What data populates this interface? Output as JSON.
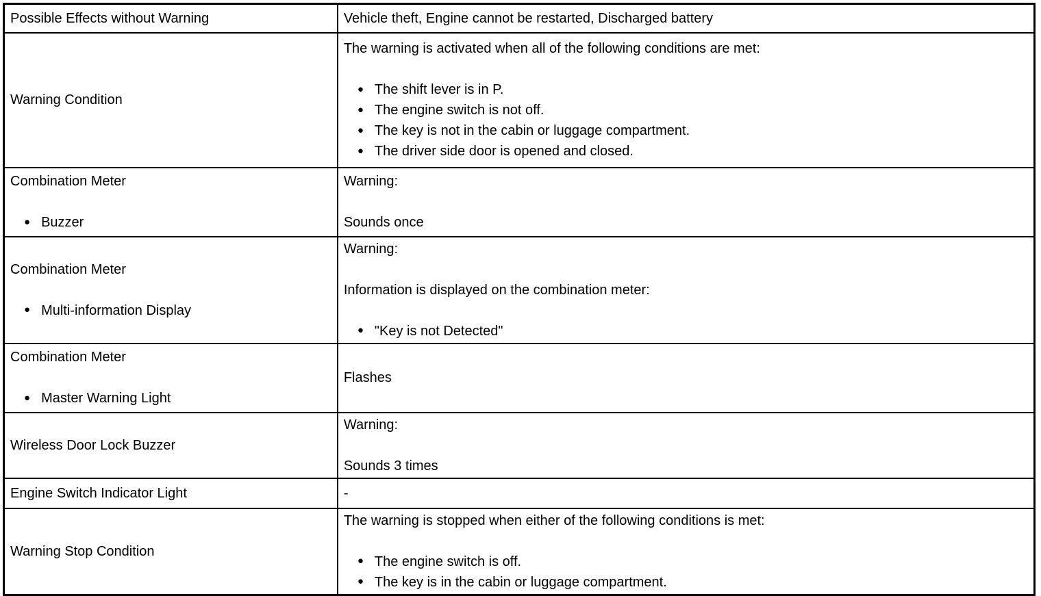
{
  "style": {
    "background": "#ffffff",
    "text_color": "#000000",
    "border_color": "#000000"
  },
  "icons": {
    "bullet": "●"
  },
  "table": {
    "kind": "two-column specification table",
    "rows": [
      {
        "left": [
          {
            "t": "text",
            "s": "Possible Effects without Warning"
          }
        ],
        "right": [
          {
            "t": "text",
            "s": "Vehicle theft, Engine cannot be restarted, Discharged battery"
          }
        ]
      },
      {
        "left": [
          {
            "t": "text",
            "s": "Warning Condition"
          }
        ],
        "right": [
          {
            "t": "text",
            "s": "The warning is activated when all of the following conditions are met:"
          },
          {
            "t": "blank"
          },
          {
            "t": "bullet",
            "s": "The shift lever is in P."
          },
          {
            "t": "bullet",
            "s": "The engine switch is not off."
          },
          {
            "t": "bullet",
            "s": "The key is not in the cabin or luggage compartment."
          },
          {
            "t": "bullet",
            "s": "The driver side door is opened and closed."
          }
        ]
      },
      {
        "left": [
          {
            "t": "text",
            "s": "Combination Meter"
          },
          {
            "t": "blank"
          },
          {
            "t": "bullet",
            "s": "Buzzer"
          }
        ],
        "right": [
          {
            "t": "text",
            "s": "Warning:"
          },
          {
            "t": "blank"
          },
          {
            "t": "text",
            "s": "Sounds once"
          }
        ]
      },
      {
        "left": [
          {
            "t": "text",
            "s": "Combination Meter"
          },
          {
            "t": "blank"
          },
          {
            "t": "bullet",
            "s": "Multi-information Display"
          }
        ],
        "right": [
          {
            "t": "text",
            "s": "Warning:"
          },
          {
            "t": "blank"
          },
          {
            "t": "text",
            "s": "Information is displayed on the combination meter:"
          },
          {
            "t": "blank"
          },
          {
            "t": "bullet",
            "s": "\"Key is not Detected\""
          }
        ]
      },
      {
        "left": [
          {
            "t": "text",
            "s": "Combination Meter"
          },
          {
            "t": "blank"
          },
          {
            "t": "bullet",
            "s": "Master Warning Light"
          }
        ],
        "right": [
          {
            "t": "text",
            "s": "Flashes"
          }
        ]
      },
      {
        "left": [
          {
            "t": "text",
            "s": "Wireless Door Lock Buzzer"
          }
        ],
        "right": [
          {
            "t": "text",
            "s": "Warning:"
          },
          {
            "t": "blank"
          },
          {
            "t": "text",
            "s": "Sounds 3 times"
          }
        ]
      },
      {
        "left": [
          {
            "t": "text",
            "s": "Engine Switch Indicator Light"
          }
        ],
        "right": [
          {
            "t": "text",
            "s": "-"
          }
        ]
      },
      {
        "left": [
          {
            "t": "text",
            "s": "Warning Stop Condition"
          }
        ],
        "right": [
          {
            "t": "text",
            "s": "The warning is stopped when either of the following conditions is met:"
          },
          {
            "t": "blank"
          },
          {
            "t": "bullet",
            "s": "The engine switch is off."
          },
          {
            "t": "bullet",
            "s": "The key is in the cabin or luggage compartment."
          }
        ]
      }
    ]
  }
}
